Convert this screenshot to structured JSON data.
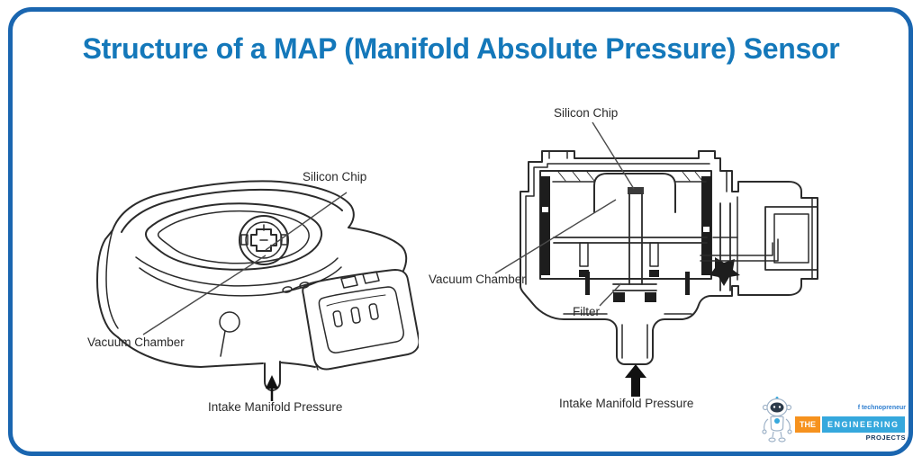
{
  "title": {
    "text": "Structure of a MAP (Manifold Absolute Pressure) Sensor",
    "color": "#1478ba"
  },
  "frame": {
    "border_color": "#1a66b0",
    "background": "#ffffff"
  },
  "diagrams": {
    "isometric": {
      "labels": {
        "silicon_chip": "Silicon Chip",
        "vacuum_chamber": "Vacuum Chamber",
        "intake_manifold_pressure": "Intake Manifold Pressure"
      }
    },
    "cross_section": {
      "labels": {
        "silicon_chip": "Silicon Chip",
        "vacuum_chamber": "Vacuum Chamber",
        "filter": "Filter",
        "intake_manifold_pressure": "Intake Manifold Pressure"
      }
    }
  },
  "logo": {
    "tagline": "f technopreneur",
    "word_the": "THE",
    "word_engineering": "ENGINEERING",
    "word_projects": "PROJECTS",
    "icon": "robot-mascot-icon",
    "colors": {
      "orange": "#f6921e",
      "light_blue": "#35a8dd",
      "navy": "#16395f"
    }
  }
}
